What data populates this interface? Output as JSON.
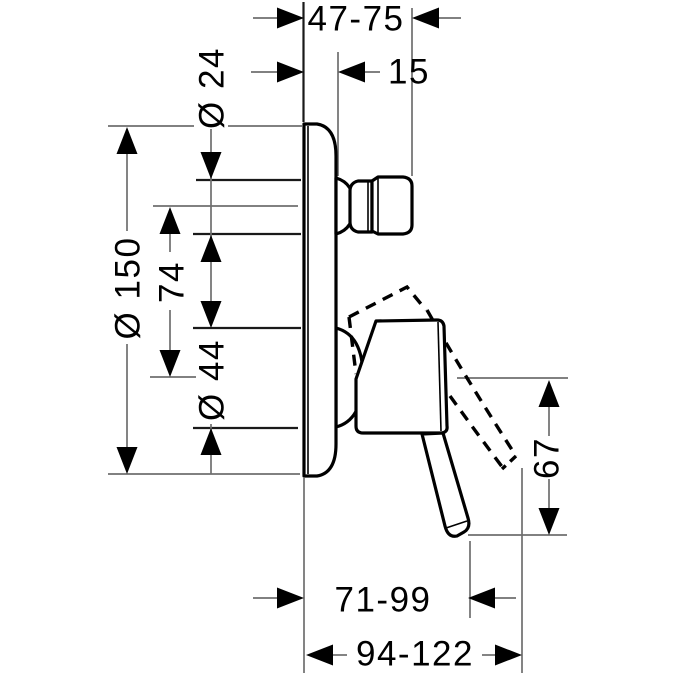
{
  "drawing": {
    "kind": "technical-dimension-drawing",
    "view": "side-profile of concealed single-lever mixer with escutcheon plate, diverter knob and lever handle (solid and dashed alternate lever position)"
  },
  "colors": {
    "ink": "#000000",
    "thin_line": "#6f6f6f",
    "background": "#ffffff"
  },
  "dimensions": {
    "installation_depth_range": "47-75",
    "knob_protrusion": "15",
    "knob_diameter": "Ø 24",
    "plate_diameter": "Ø 150",
    "centers_distance": "74",
    "sleeve_diameter": "Ø 44",
    "lever_drop": "67",
    "lever_reach_range": "71-99",
    "lever_reach_max_range": "94-122"
  }
}
